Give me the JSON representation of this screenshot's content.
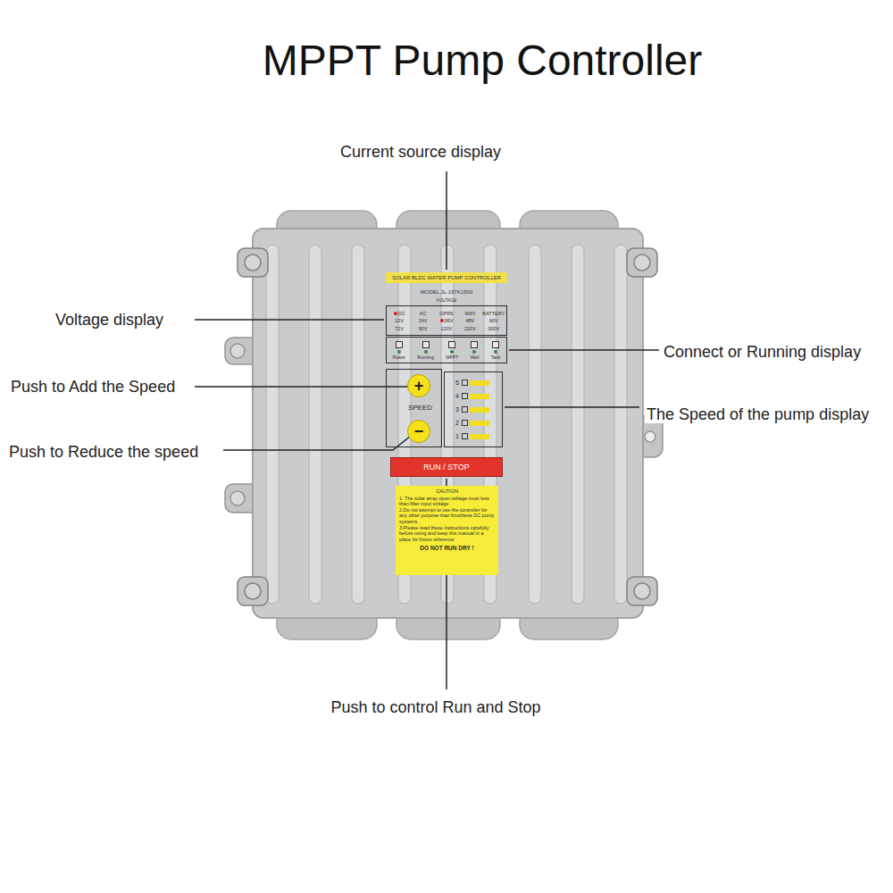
{
  "diagram": {
    "title": "MPPT Pump Controller",
    "nodes": [
      {
        "text": [
          "SOLAR BLDC WATER PUMP CONTROLLER"
        ]
      },
      {
        "text": [
          "DC",
          "AC",
          "GPRS",
          "WIFI",
          "BATTERY",
          "12V",
          "24V",
          "36V",
          "48V",
          "60V",
          "72V",
          "90V",
          "120V",
          "220V",
          "300V"
        ]
      },
      {
        "text": [
          "Power",
          "Running",
          "MPPT",
          "Well",
          "Tank"
        ]
      },
      {
        "text": [
          "SPEED"
        ]
      },
      {
        "text": [
          "+"
        ],
        "in": 3
      },
      {
        "text": [
          "−"
        ],
        "in": 3
      },
      {
        "text": [
          "5",
          "4",
          "3",
          "2",
          "1"
        ]
      },
      {
        "text": [
          "RUN / STOP"
        ]
      },
      {
        "text": [
          "CAUTION",
          "1. The solar array open voltage must less than Max input voltage",
          "2.Do not attempt to use the controller for any other purpose than brushless DC pump systems",
          "3.Please read these instructions carefully before using and keep this manual in a place for future reference",
          "DO NOT RUN DRY !"
        ]
      }
    ],
    "labels": [
      "Current source display",
      "Voltage display",
      "Push to Add the Speed",
      "Push to Reduce the speed",
      "Connect or Running display",
      "The Speed of the pump display",
      "Push to control Run and Stop",
      "MODEL JL-197K1500",
      "VOLTAGE"
    ]
  }
}
